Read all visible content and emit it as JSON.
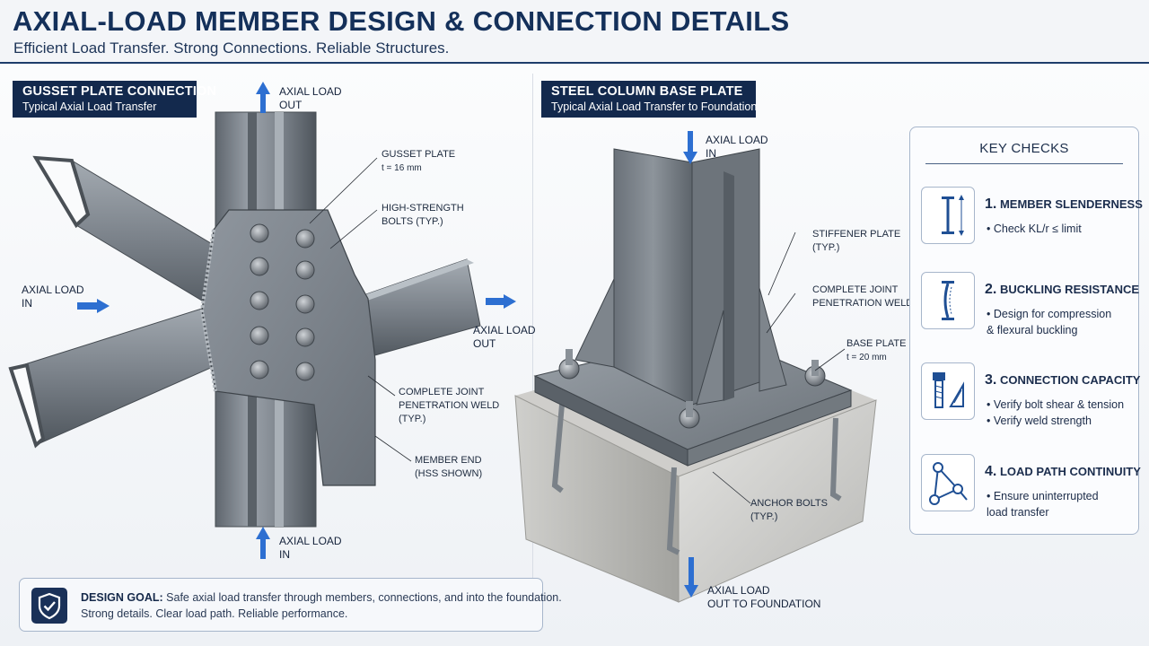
{
  "header": {
    "title": "AXIAL-LOAD MEMBER DESIGN & CONNECTION DETAILS",
    "subtitle": "Efficient Load Transfer. Strong Connections. Reliable Structures."
  },
  "gusset": {
    "label_title": "GUSSET PLATE CONNECTION",
    "label_sub": "Typical Axial Load Transfer",
    "load_top": [
      "AXIAL LOAD",
      "OUT"
    ],
    "load_left": [
      "AXIAL LOAD",
      "IN"
    ],
    "load_right": [
      "AXIAL LOAD",
      "OUT"
    ],
    "load_bottom": [
      "AXIAL LOAD",
      "IN"
    ],
    "callouts": {
      "gusset_plate": "GUSSET PLATE",
      "gusset_thk": "t = 16 mm",
      "bolts_1": "HIGH-STRENGTH",
      "bolts_2": "BOLTS (TYP.)",
      "weld_1": "COMPLETE JOINT",
      "weld_2": "PENETRATION WELD",
      "weld_3": "(TYP.)",
      "member_1": "MEMBER END",
      "member_2": "(HSS SHOWN)"
    }
  },
  "base": {
    "label_title": "STEEL COLUMN BASE PLATE",
    "label_sub": "Typical Axial Load Transfer to Foundation",
    "load_top": [
      "AXIAL LOAD",
      "IN"
    ],
    "load_bottom": [
      "AXIAL LOAD",
      "OUT TO FOUNDATION"
    ],
    "callouts": {
      "stiff_1": "STIFFENER PLATE",
      "stiff_2": "(TYP.)",
      "cjp_1": "COMPLETE JOINT",
      "cjp_2": "PENETRATION WELD",
      "base_1": "BASE PLATE",
      "base_thk": "t = 20 mm",
      "anchor_1": "ANCHOR BOLTS",
      "anchor_2": "(TYP.)"
    }
  },
  "checks": {
    "title": "KEY CHECKS",
    "items": [
      {
        "num": "1.",
        "title": "MEMBER SLENDERNESS",
        "bullets": [
          "• Check KL/r ≤ limit"
        ],
        "icon": "slenderness-icon"
      },
      {
        "num": "2.",
        "title": "BUCKLING RESISTANCE",
        "bullets": [
          "• Design for compression",
          "& flexural buckling"
        ],
        "icon": "buckling-icon"
      },
      {
        "num": "3.",
        "title": "CONNECTION CAPACITY",
        "bullets": [
          "• Verify bolt shear & tension",
          "• Verify weld strength"
        ],
        "icon": "bolt-weld-icon"
      },
      {
        "num": "4.",
        "title": "LOAD PATH CONTINUITY",
        "bullets": [
          "• Ensure uninterrupted",
          "load transfer"
        ],
        "icon": "load-path-icon"
      }
    ]
  },
  "goal": {
    "label": "DESIGN GOAL:",
    "line1": "Safe axial load transfer through members, connections, and into the foundation.",
    "line2": "Strong details. Clear load path. Reliable performance."
  },
  "colors": {
    "navy": "#13294d",
    "arrow_blue": "#2d6fd1",
    "steel": "#8a9199"
  }
}
